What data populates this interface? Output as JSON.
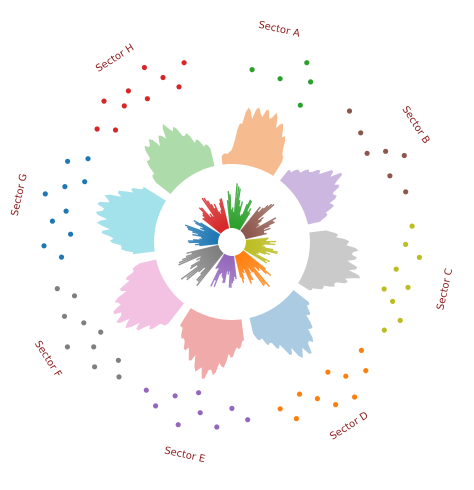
{
  "chart_data": {
    "type": "circular-barplot",
    "sectors": [
      {
        "name": "Sector A",
        "color": "#f5b88a",
        "inner_bars": [
          0.72,
          0.4,
          0.88,
          0.55,
          0.3,
          0.64,
          0.47
        ],
        "outer_profile": [
          0.15,
          0.2,
          0.85,
          0.9,
          0.88,
          0.7,
          0.25
        ],
        "points": [
          [
            0.86,
            0.02
          ],
          [
            0.6,
            0.38
          ],
          [
            0.85,
            0.55
          ],
          [
            0.76,
            0.88
          ],
          [
            0.35,
            0.45
          ]
        ],
        "point_color": "#2ca02c"
      },
      {
        "name": "Sector B",
        "color": "#c8b3de",
        "inner_bars": [
          0.62,
          0.84,
          0.5,
          0.36,
          0.7,
          0.52,
          0.42
        ],
        "outer_profile": [
          0.2,
          0.35,
          0.55,
          0.8,
          0.6,
          0.45,
          0.22
        ],
        "points": [
          [
            0.1,
            0.5
          ],
          [
            0.3,
            0.35
          ],
          [
            0.55,
            0.55
          ],
          [
            0.75,
            0.4
          ],
          [
            0.92,
            0.6
          ],
          [
            0.48,
            0.2
          ],
          [
            0.65,
            0.85
          ]
        ],
        "point_color": "#8c564b"
      },
      {
        "name": "Sector C",
        "color": "#c7c7c7",
        "inner_bars": [
          0.45,
          0.58,
          0.38,
          0.66,
          0.5,
          0.3,
          0.55
        ],
        "outer_profile": [
          0.3,
          0.55,
          0.75,
          0.7,
          0.85,
          0.6,
          0.4,
          0.2
        ],
        "points": [
          [
            0.05,
            0.6
          ],
          [
            0.2,
            0.45
          ],
          [
            0.3,
            0.75
          ],
          [
            0.42,
            0.3
          ],
          [
            0.55,
            0.62
          ],
          [
            0.7,
            0.4
          ],
          [
            0.82,
            0.7
          ],
          [
            0.95,
            0.5
          ],
          [
            0.62,
            0.15
          ]
        ],
        "point_color": "#bcbd22"
      },
      {
        "name": "Sector D",
        "color": "#a6c8e0",
        "inner_bars": [
          0.72,
          0.5,
          0.86,
          0.44,
          0.62,
          0.38,
          0.55
        ],
        "outer_profile": [
          0.3,
          0.45,
          0.7,
          0.9,
          0.85,
          0.6,
          0.45,
          0.3
        ],
        "points": [
          [
            0.05,
            0.35
          ],
          [
            0.15,
            0.7
          ],
          [
            0.3,
            0.5
          ],
          [
            0.4,
            0.2
          ],
          [
            0.5,
            0.85
          ],
          [
            0.6,
            0.55
          ],
          [
            0.72,
            0.3
          ],
          [
            0.82,
            0.75
          ],
          [
            0.92,
            0.45
          ],
          [
            0.35,
            0.95
          ]
        ],
        "point_color": "#ff7f0e"
      },
      {
        "name": "Sector E",
        "color": "#f0a5a5",
        "inner_bars": [
          0.48,
          0.64,
          0.36,
          0.56,
          0.42,
          0.68,
          0.34
        ],
        "outer_profile": [
          0.35,
          0.55,
          0.8,
          0.95,
          0.75,
          0.55,
          0.3
        ],
        "points": [
          [
            0.05,
            0.55
          ],
          [
            0.18,
            0.3
          ],
          [
            0.3,
            0.7
          ],
          [
            0.45,
            0.45
          ],
          [
            0.6,
            0.8
          ],
          [
            0.7,
            0.25
          ],
          [
            0.82,
            0.6
          ],
          [
            0.95,
            0.4
          ],
          [
            0.5,
            0.05
          ]
        ],
        "point_color": "#9467bd"
      },
      {
        "name": "Sector F",
        "color": "#f2bfe1",
        "inner_bars": [
          0.82,
          0.6,
          0.95,
          0.7,
          0.5,
          0.88,
          0.66
        ],
        "outer_profile": [
          0.4,
          0.65,
          0.85,
          0.95,
          0.9,
          0.7,
          0.5,
          0.3
        ],
        "points": [
          [
            0.05,
            0.5
          ],
          [
            0.15,
            0.25
          ],
          [
            0.25,
            0.7
          ],
          [
            0.38,
            0.45
          ],
          [
            0.5,
            0.9
          ],
          [
            0.6,
            0.35
          ],
          [
            0.72,
            0.65
          ],
          [
            0.85,
            0.3
          ],
          [
            0.95,
            0.6
          ],
          [
            0.45,
            0.15
          ]
        ],
        "point_color": "#7f7f7f"
      },
      {
        "name": "Sector G",
        "color": "#9fe0ea",
        "inner_bars": [
          0.44,
          0.6,
          0.36,
          0.52,
          0.7,
          0.4,
          0.58
        ],
        "outer_profile": [
          0.35,
          0.6,
          0.8,
          0.9,
          0.95,
          0.85,
          0.6,
          0.4
        ],
        "points": [
          [
            0.05,
            0.4
          ],
          [
            0.15,
            0.75
          ],
          [
            0.25,
            0.2
          ],
          [
            0.35,
            0.6
          ],
          [
            0.45,
            0.35
          ],
          [
            0.55,
            0.85
          ],
          [
            0.65,
            0.5
          ],
          [
            0.75,
            0.15
          ],
          [
            0.85,
            0.65
          ],
          [
            0.95,
            0.3
          ]
        ],
        "point_color": "#1f77b4"
      },
      {
        "name": "Sector H",
        "color": "#a9d9a4",
        "inner_bars": [
          0.5,
          0.66,
          0.42,
          0.78,
          0.56,
          0.38,
          0.62
        ],
        "outer_profile": [
          0.3,
          0.6,
          0.85,
          0.75,
          0.9,
          0.65,
          0.45,
          0.3
        ],
        "points": [
          [
            0.05,
            0.5
          ],
          [
            0.15,
            0.2
          ],
          [
            0.25,
            0.8
          ],
          [
            0.35,
            0.45
          ],
          [
            0.45,
            0.65
          ],
          [
            0.55,
            0.3
          ],
          [
            0.65,
            0.9
          ],
          [
            0.75,
            0.55
          ],
          [
            0.85,
            0.25
          ],
          [
            0.95,
            0.7
          ]
        ],
        "point_color": "#d62728"
      }
    ],
    "legend": "none",
    "grid": false
  }
}
